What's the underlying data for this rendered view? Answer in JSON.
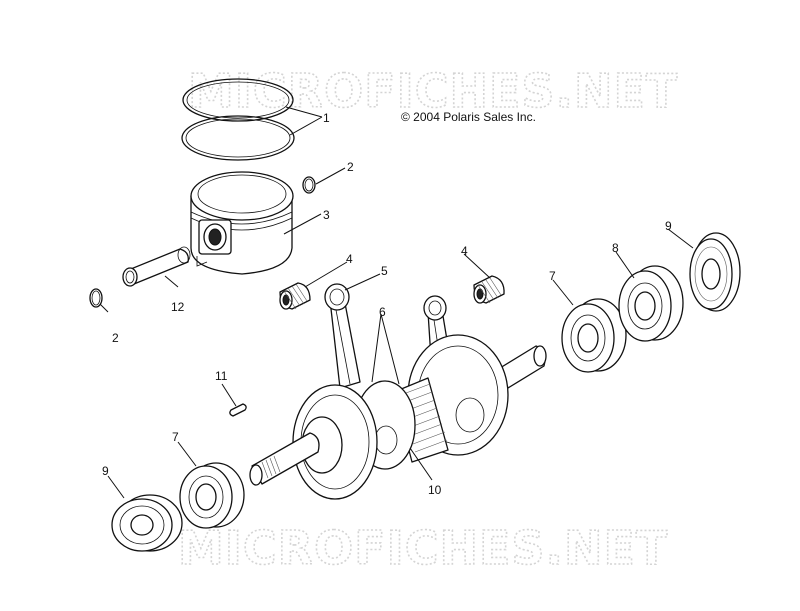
{
  "watermark": {
    "top": "MICROFICHES.NET",
    "bottom": "MICROFICHES.NET"
  },
  "copyright": "© 2004 Polaris Sales Inc.",
  "callouts": {
    "c1": "1",
    "c2a": "2",
    "c2b": "2",
    "c3": "3",
    "c4a": "4",
    "c4b": "4",
    "c5": "5",
    "c6": "6",
    "c7a": "7",
    "c7b": "7",
    "c8": "8",
    "c9a": "9",
    "c9b": "9",
    "c10": "10",
    "c11": "11",
    "c12": "12"
  }
}
